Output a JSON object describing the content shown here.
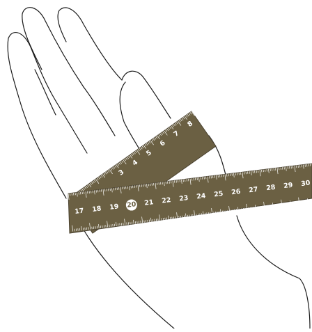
{
  "illustration": {
    "subject": "hand-with-measuring-tape",
    "colors": {
      "tape": "#6b6043",
      "tape_edge": "#4a4230",
      "ticks": "#ffffff",
      "outline": "#1a1a1a",
      "background": "#ffffff"
    },
    "upper_tape": {
      "labels": [
        "3",
        "4",
        "5",
        "6",
        "7",
        "8"
      ]
    },
    "lower_tape": {
      "labels": [
        "17",
        "18",
        "19",
        "20",
        "21",
        "22",
        "23",
        "24",
        "25",
        "26",
        "27",
        "28",
        "29",
        "30"
      ],
      "highlighted_label": "20"
    }
  }
}
